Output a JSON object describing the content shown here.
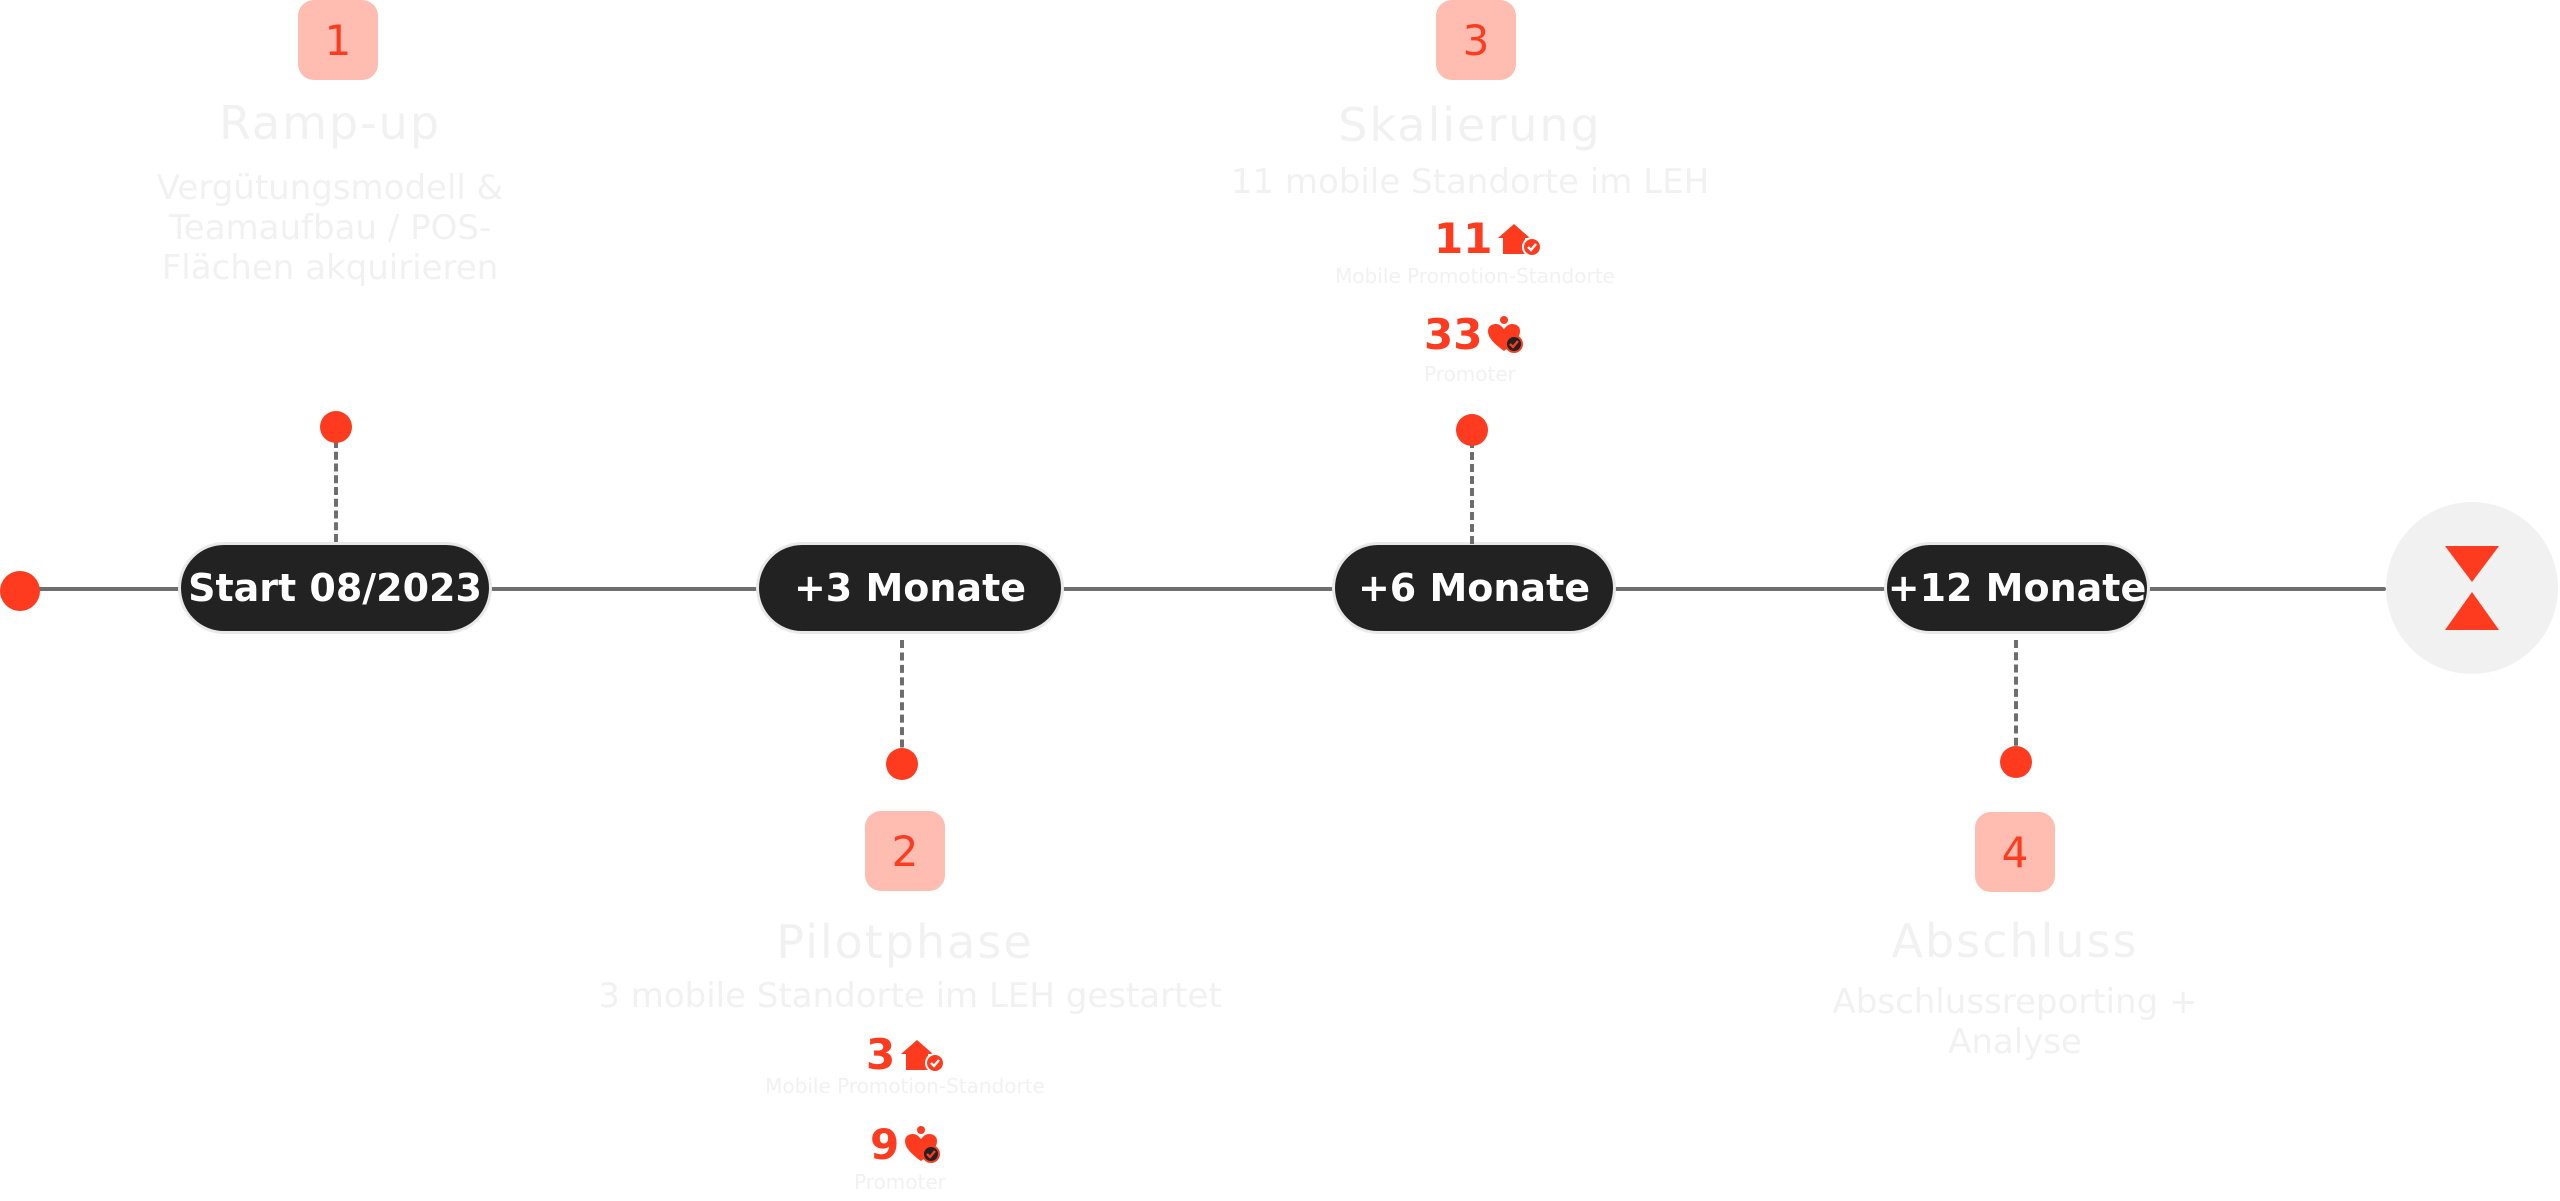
{
  "colors": {
    "accent": "#ff3b1f",
    "badge_bg": "#ffbcb0",
    "pill_bg": "#222222",
    "line": "#6e6e6e",
    "ghost_text": "#f1f1f1"
  },
  "pills": {
    "p1": "Start 08/2023",
    "p2": "+3 Monate",
    "p3": "+6 Monate",
    "p4": "+12 Monate"
  },
  "phases": {
    "ph1": {
      "number": "1",
      "title": "Ramp-up",
      "desc": "Vergütungsmodell & Teamaufbau / POS-Flächen akquirieren"
    },
    "ph2": {
      "number": "2",
      "title": "Pilotphase",
      "desc": "3 mobile Standorte im LEH gestartet",
      "stat_locations": {
        "value": "3",
        "label": "Mobile Promotion-Standorte",
        "icon": "house-check-icon"
      },
      "stat_promoters": {
        "value": "9",
        "label": "Promoter",
        "icon": "heart-check-icon"
      }
    },
    "ph3": {
      "number": "3",
      "title": "Skalierung",
      "desc": "11 mobile Standorte im LEH",
      "stat_locations": {
        "value": "11",
        "label": "Mobile Promotion-Standorte",
        "icon": "house-check-icon"
      },
      "stat_promoters": {
        "value": "33",
        "label": "Promoter",
        "icon": "heart-check-icon"
      }
    },
    "ph4": {
      "number": "4",
      "title": "Abschluss",
      "desc": "Abschlussreporting + Analyse"
    }
  },
  "end_icon": "hourglass-icon"
}
